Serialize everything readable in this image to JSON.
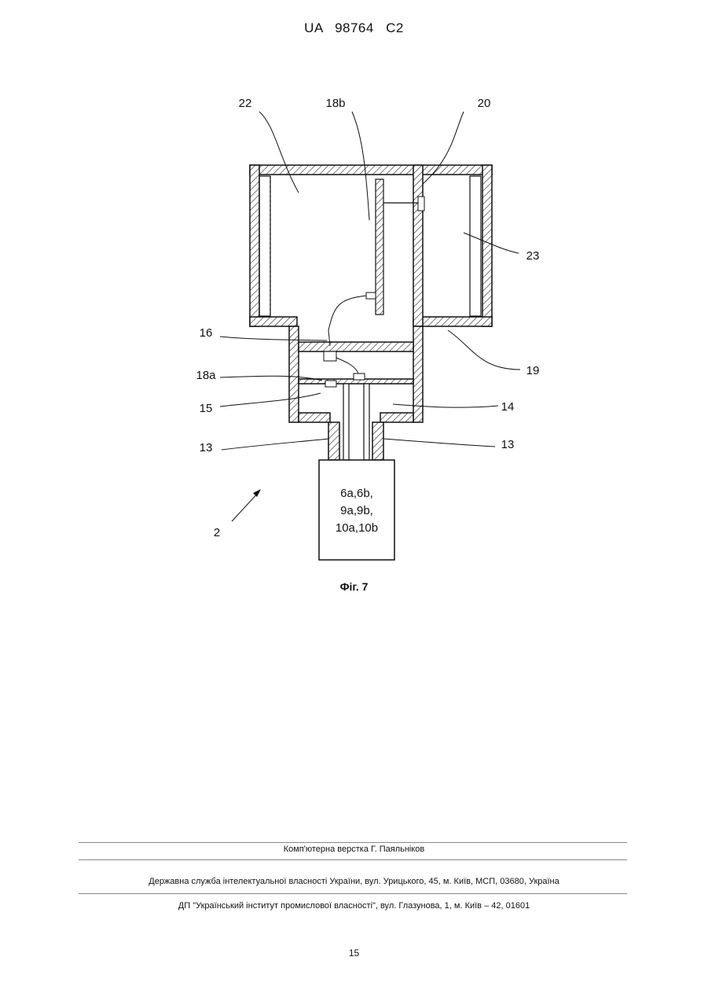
{
  "header": {
    "doc_number": "UA   98764   C2"
  },
  "figure": {
    "caption": "Фіг. 7",
    "labels": {
      "l22": "22",
      "l18b": "18b",
      "l20": "20",
      "l23": "23",
      "l16": "16",
      "l19": "19",
      "l18a": "18a",
      "l15": "15",
      "l14": "14",
      "l13_left": "13",
      "l13_right": "13",
      "l2": "2"
    },
    "box_text": {
      "line1": "6a,6b,",
      "line2": "9a,9b,",
      "line3": "10a,10b"
    }
  },
  "footer": {
    "typesetter": "Комп'ютерна верстка Г. Паяльніков",
    "agency": "Державна служба інтелектуальної власності України, вул. Урицького, 45, м. Київ, МСП, 03680, Україна",
    "institute": "ДП \"Український інститут промислової власності\", вул. Глазунова, 1, м. Київ – 42, 01601"
  },
  "page_number": "15"
}
